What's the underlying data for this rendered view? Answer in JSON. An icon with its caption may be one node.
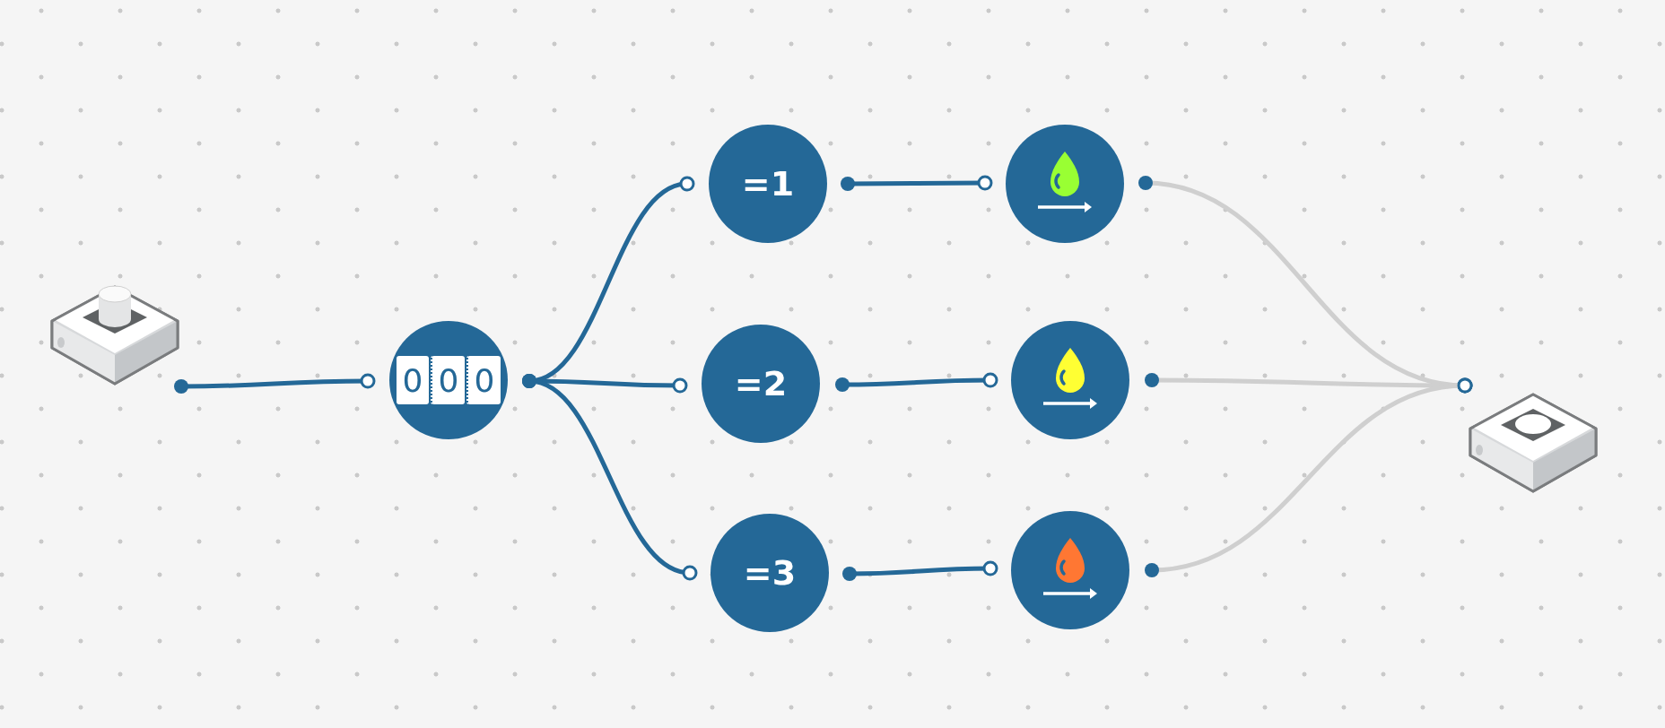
{
  "diagram": {
    "nodes": [
      {
        "text": [],
        "shape": "picture"
      },
      {
        "text": [
          "0",
          "0",
          "0"
        ]
      },
      {
        "text": [
          "=1"
        ]
      },
      {
        "text": [
          "=2"
        ]
      },
      {
        "text": [
          "=3"
        ]
      },
      {
        "text": [],
        "shape": "circle"
      },
      {
        "text": [],
        "shape": "circle"
      },
      {
        "text": [],
        "shape": "circle"
      },
      {
        "text": [],
        "shape": "picture"
      }
    ],
    "edges": [
      {
        "from": 0,
        "to": 1,
        "arrow": "other"
      },
      {
        "from": 1,
        "to": 2,
        "arrow": "other"
      },
      {
        "from": 1,
        "to": 3,
        "arrow": "other"
      },
      {
        "from": 1,
        "to": 4,
        "arrow": "other"
      },
      {
        "from": 2,
        "to": 5,
        "arrow": "other"
      },
      {
        "from": 3,
        "to": 6,
        "arrow": "other"
      },
      {
        "from": 4,
        "to": 7,
        "arrow": "other"
      },
      {
        "from": 5,
        "to": 8,
        "arrow": "other",
        "color": "#cfcfcf"
      },
      {
        "from": 6,
        "to": 8,
        "arrow": "other",
        "color": "#cfcfcf"
      },
      {
        "from": 7,
        "to": 8,
        "arrow": "other",
        "color": "#cfcfcf"
      }
    ]
  }
}
